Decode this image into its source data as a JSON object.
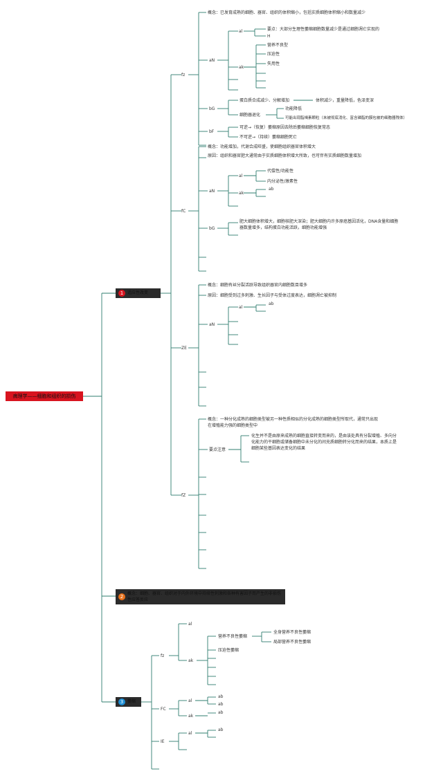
{
  "root": {
    "label": "病理学——细胞和组织的损伤"
  },
  "main_topics": [
    {
      "number": "1",
      "label": "适应性改变",
      "color": "#d8141f"
    },
    {
      "number": "2",
      "label": "概念：细胞、器官、组织对于内外环境中持续性刺激和各种有害因子而产生的非损伤性应答反应",
      "color": "#e8701a"
    },
    {
      "number": "3",
      "label": "萎缩",
      "color": "#1e8fd5"
    }
  ],
  "branches": {
    "b_fz": "fz",
    "b_fc": "fC",
    "b_zs": "ZE",
    "b_hz": "fZ",
    "b_fz3": "fz",
    "b_fc3": "FC",
    "b_ie3": "IE",
    "an1": "aN",
    "al1": "al",
    "ak1": "ak",
    "bg1": "bG",
    "bf1": "bF",
    "an2": "aN",
    "al2": "al",
    "ak2": "ak",
    "ab2": "ab",
    "bg2": "bG",
    "an3": "aN",
    "al3": "al",
    "ab3": "ab",
    "al4": "al",
    "ak4": "ak",
    "al5": "al",
    "ab5": "ab",
    "ab5b": "ab",
    "ak5": "ak",
    "ab5c": "ab",
    "al6": "al",
    "ab6": "ab"
  },
  "atrophy_section": {
    "concept": "概念：已发育成熟的细胞、器官、组织的体积缩小，包括实质细胞体积缩小和数量减少",
    "key_point": "要点：大部分生理性萎缩细胞数量减少是通过细胞凋亡实现的",
    "h": "H",
    "types": [
      "营养不良型",
      "压迫性",
      "失用性"
    ],
    "bg_items": [
      "蛋白质合成减少、分解增加",
      "细胞器退化"
    ],
    "bg_result": "体积减少，重量降低，色泽变深",
    "organelle_items": [
      "功能降低",
      "可能出现脂褐素颗粒（未被彻底消化、富含磷脂的膜包被的细胞器残体）"
    ],
    "reversibility": [
      "可逆→（恢复）萎缩原因去除后萎缩细胞恢复常态",
      "不可逆→（持续）萎缩细胞死亡"
    ]
  },
  "hypertrophy_section": {
    "concept": "概念：功能增加，代谢合成旺盛，使细胞组织器官体积增大",
    "cause": "原因：组织和器官肥大通常由于实质细胞体积增大所致，也可伴有实质细胞数量增加",
    "types": [
      "代偿性/功能性",
      "内分泌性/激素性"
    ],
    "detail": "肥大细胞体积增大，细胞核肥大深染；肥大细胞内许多原癌基因活化，DNA含量和细胞器数量增多，结构蛋白功能活跃，细胞功能增强"
  },
  "hyperplasia_section": {
    "concept": "概念：细胞有丝分裂活跃导致组织器官内细胞数目增多",
    "cause": "原因：细胞受到过多刺激、生长因子与受体过度表达，细胞凋亡被抑制"
  },
  "metaplasia_section": {
    "concept": "概念：一种分化成熟的细胞类型被另一种性质相似的分化成熟的细胞类型所取代，通常只出现在增殖能力强的细胞类型中",
    "note_label": "要点注意",
    "note": "化生并不是由原来成熟的细胞直接转变而来的，是由该处具有分裂增殖、多向分化能力的干细胞或储备细胞中未分化的间充质细胞转分化而来的结果，本质上是细胞某些基因表达变化的结果"
  },
  "section3": {
    "items": [
      "营养不良性萎缩",
      "压迫性萎缩"
    ],
    "sub_items": [
      "全身营养不良性萎缩",
      "局部营养不良性萎缩"
    ]
  }
}
